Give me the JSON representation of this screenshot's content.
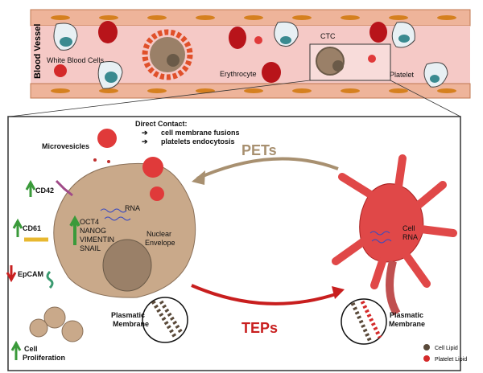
{
  "vessel": {
    "title": "Blood Vessel",
    "labels": {
      "white_blood_cells": "White Blood Cells",
      "erythrocyte": "Erythrocyte",
      "ctc": "CTC",
      "platelet": "Platelet"
    }
  },
  "detail": {
    "direct_contact": {
      "heading": "Direct Contact:",
      "items": [
        "cell membrane fusions",
        "platelets endocytosis"
      ]
    },
    "microvesicles": "Microvesicles",
    "markers": [
      {
        "label": "CD42",
        "direction": "up"
      },
      {
        "label": "CD61",
        "direction": "up"
      },
      {
        "label": "EpCAM",
        "direction": "down"
      }
    ],
    "genes": [
      "OCT4",
      "NANOG",
      "VIMENTIN",
      "SNAIL"
    ],
    "genes_direction": "up",
    "rna": "RNA",
    "nuclear_envelope": [
      "Nuclear",
      "Envelope"
    ],
    "plasmatic_membrane": [
      "Plasmatic",
      "Membrane"
    ],
    "cell_proliferation": [
      "Cell",
      "Proliferation"
    ],
    "cell_proliferation_direction": "up",
    "pets": "PETs",
    "teps": "TEPs",
    "platelet_cell_rna": [
      "Cell",
      "RNA"
    ],
    "legend": [
      {
        "label": "Cell Lipid",
        "color": "#5a4a3a"
      },
      {
        "label": "Platelet Lipid",
        "color": "#d42a2a"
      }
    ]
  },
  "colors": {
    "vessel_fill": "#f4c6c4",
    "vessel_wall": "#e8a88a",
    "ctc_fill": "#c9a98a",
    "platelet_red": "#e03a3a",
    "rbc": "#b8141a",
    "pets_arrow": "#a89070",
    "teps_arrow": "#c81e1e",
    "up_arrow": "#3a9a3a",
    "down_arrow": "#c82020"
  }
}
